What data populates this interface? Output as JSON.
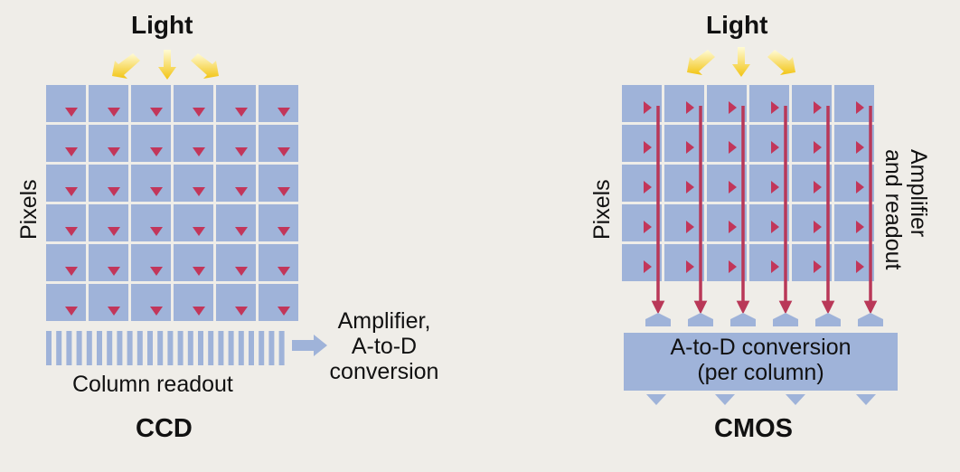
{
  "ccd": {
    "light_label": "Light",
    "axis_label": "Pixels",
    "readout_label": "Column readout",
    "output_label": [
      "Amplifier,",
      "A-to-D",
      "conversion"
    ],
    "caption": "CCD",
    "grid": {
      "rows": 6,
      "cols": 6
    }
  },
  "cmos": {
    "light_label": "Light",
    "axis_label": "Pixels",
    "side_label": [
      "Amplifier",
      "and readout"
    ],
    "converter_label": [
      "A-to-D conversion",
      "(per column)"
    ],
    "caption": "CMOS",
    "grid": {
      "rows": 5,
      "cols": 6
    }
  },
  "colors": {
    "background": "#efede8",
    "pixel": "#9fb3d9",
    "charge_marker": "#c2365a",
    "readout_arrow": "#b93858",
    "light_arrow": "#f2c413",
    "gap": "#ffffff"
  }
}
